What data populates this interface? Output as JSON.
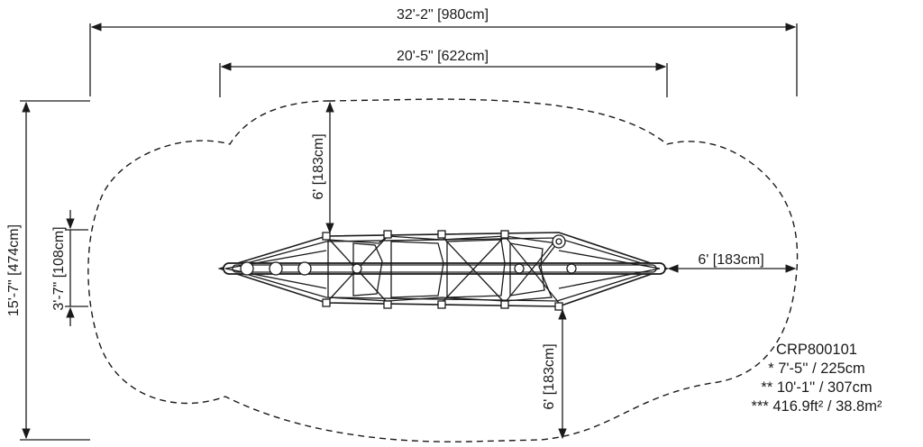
{
  "dimensions": {
    "overall_width": "32'-2\" [980cm]",
    "equipment_width": "20'-5\" [622cm]",
    "overall_depth": "15'-7\" [474cm]",
    "equipment_depth": "3'-7\" [108cm]",
    "clearance_top": "6' [183cm]",
    "clearance_right": "6' [183cm]",
    "clearance_bottom": "6' [183cm]"
  },
  "spec": {
    "model": "CRP800101",
    "line1": "* 7'-5'' / 225cm",
    "line2": "** 10'-1'' / 307cm",
    "line3": "*** 416.9ft² / 38.8m²"
  }
}
